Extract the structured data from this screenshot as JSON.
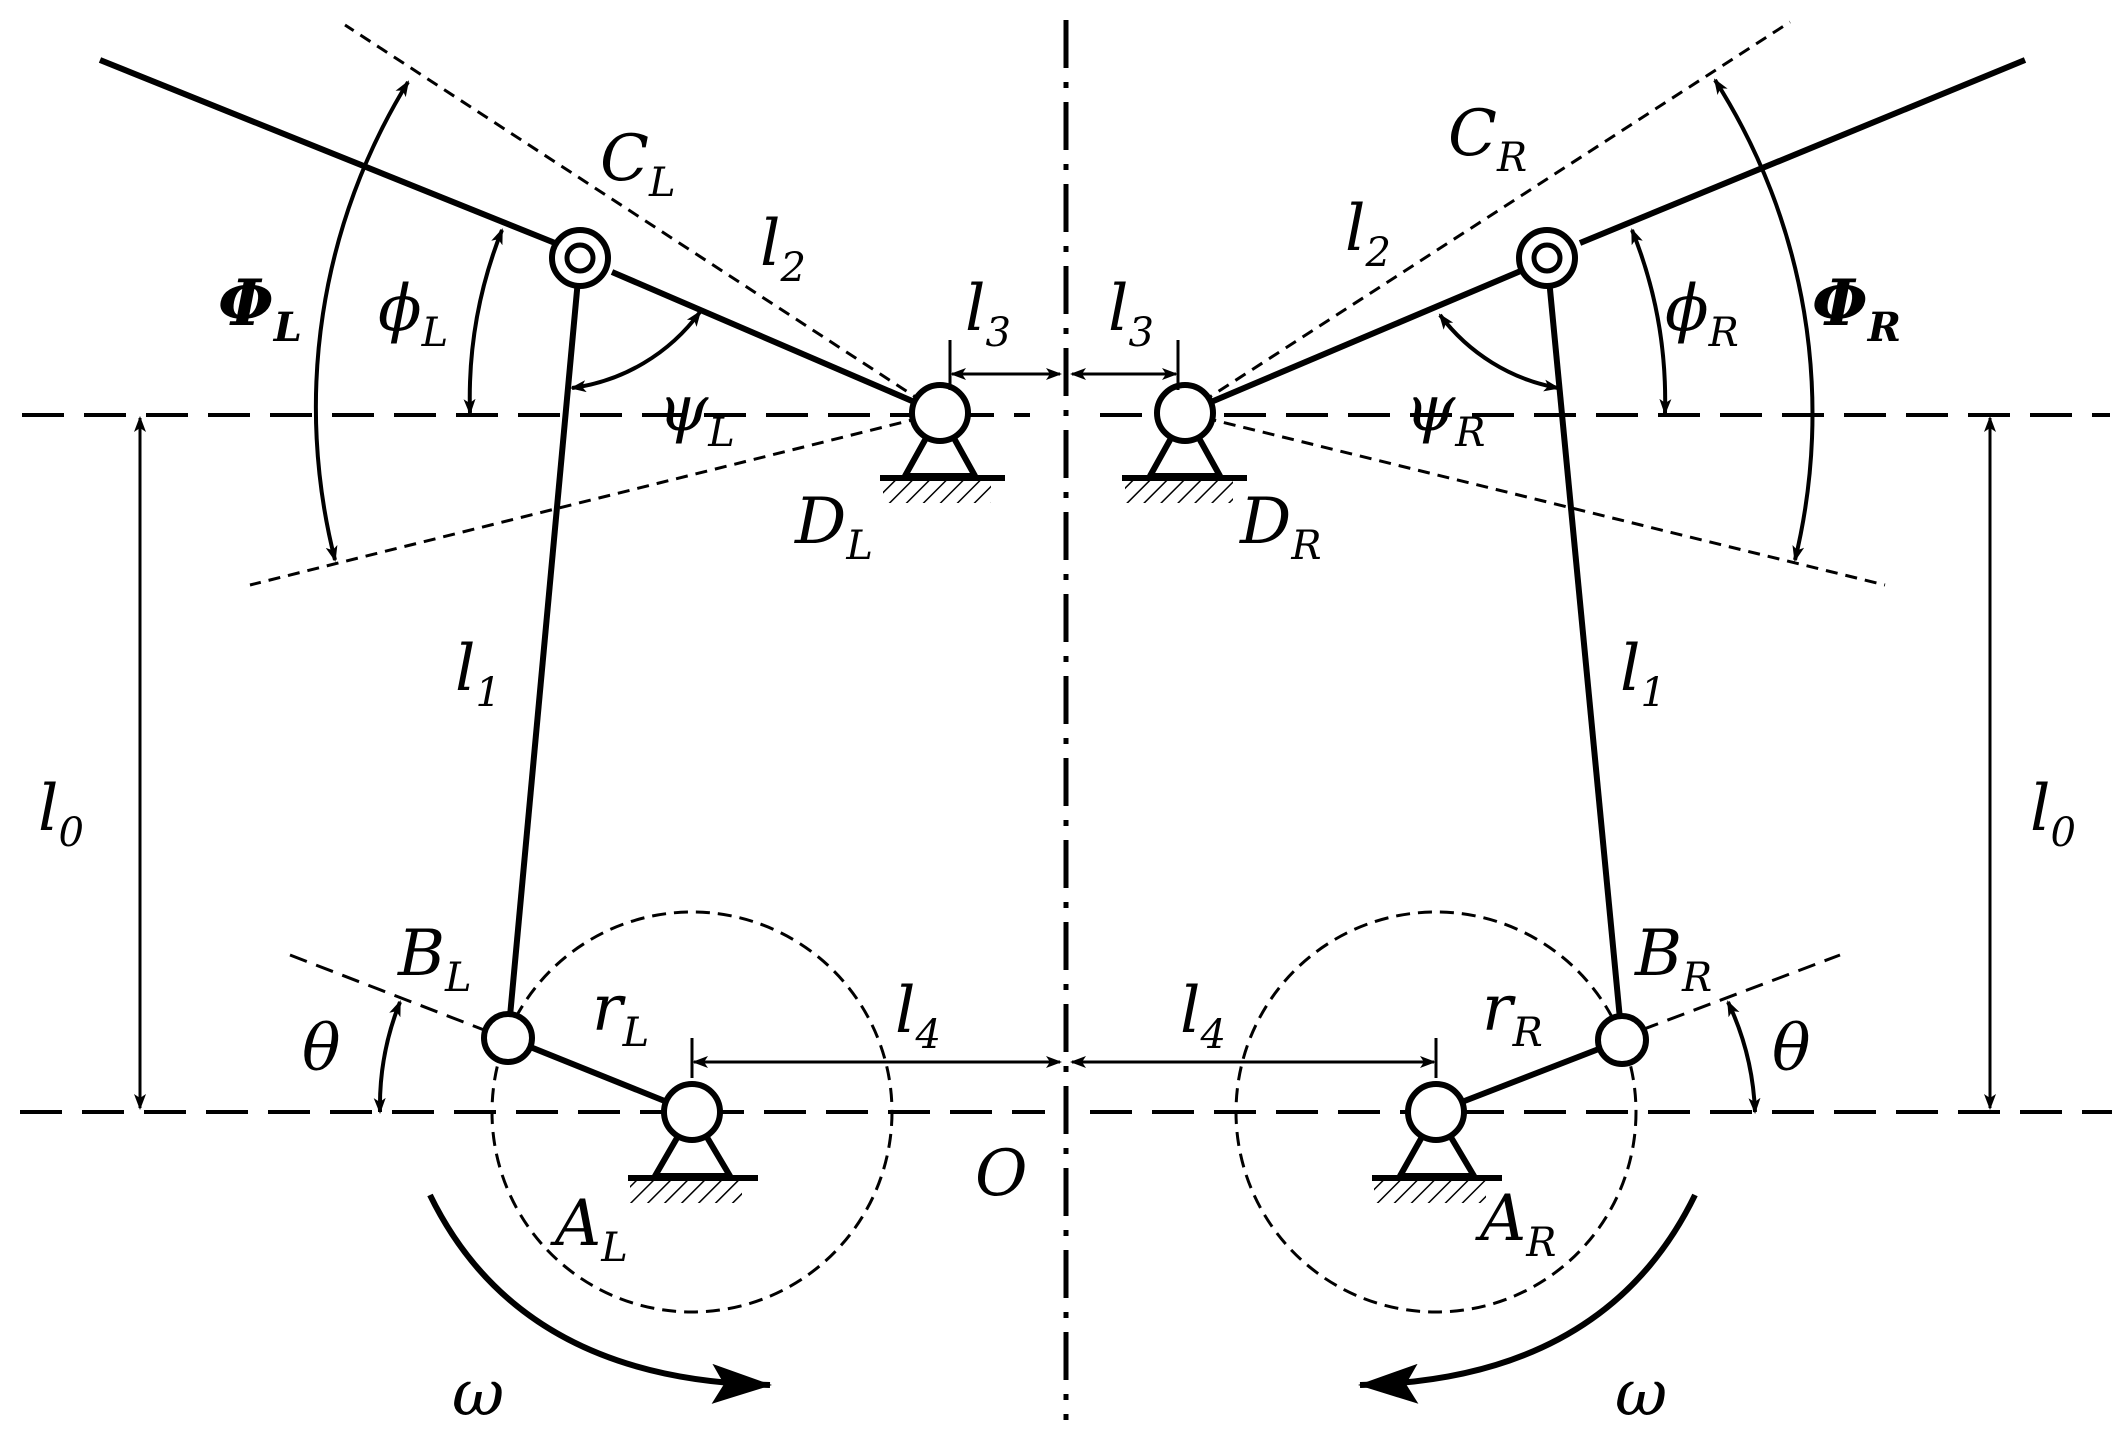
{
  "labels": {
    "C_L": "C",
    "C_L_sub": "L",
    "C_R": "C",
    "C_R_sub": "R",
    "D_L": "D",
    "D_L_sub": "L",
    "D_R": "D",
    "D_R_sub": "R",
    "B_L": "B",
    "B_L_sub": "L",
    "B_R": "B",
    "B_R_sub": "R",
    "A_L": "A",
    "A_L_sub": "L",
    "A_R": "A",
    "A_R_sub": "R",
    "O": "O",
    "Phi_L": "Φ",
    "Phi_L_sub": "L",
    "Phi_R": "Φ",
    "Phi_R_sub": "R",
    "phi_L": "ϕ",
    "phi_L_sub": "L",
    "phi_R": "ϕ",
    "phi_R_sub": "R",
    "psi_L": "ψ",
    "psi_L_sub": "L",
    "psi_R": "ψ",
    "psi_R_sub": "R",
    "l2_L": "l",
    "l2_L_sub": "2",
    "l2_R": "l",
    "l2_R_sub": "2",
    "l3_L": "l",
    "l3_L_sub": "3",
    "l3_R": "l",
    "l3_R_sub": "3",
    "l1_L": "l",
    "l1_L_sub": "1",
    "l1_R": "l",
    "l1_R_sub": "1",
    "l0_L": "l",
    "l0_L_sub": "0",
    "l0_R": "l",
    "l0_R_sub": "0",
    "l4_L": "l",
    "l4_L_sub": "4",
    "l4_R": "l",
    "l4_R_sub": "4",
    "r_L": "r",
    "r_L_sub": "L",
    "r_R": "r",
    "r_R_sub": "R",
    "theta_L": "θ",
    "theta_R": "θ",
    "omega_L": "ω",
    "omega_R": "ω"
  }
}
